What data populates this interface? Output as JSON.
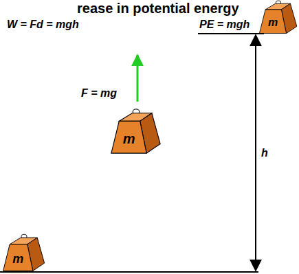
{
  "diagram": {
    "title": "rease in potential energy",
    "nodes": [
      {
        "text": [
          "m"
        ]
      },
      {
        "text": [
          "m"
        ]
      },
      {
        "text": [
          "m"
        ]
      }
    ],
    "labels": [
      "W = Fd = mgh",
      "PE = mgh",
      "F = mg",
      "h"
    ]
  }
}
